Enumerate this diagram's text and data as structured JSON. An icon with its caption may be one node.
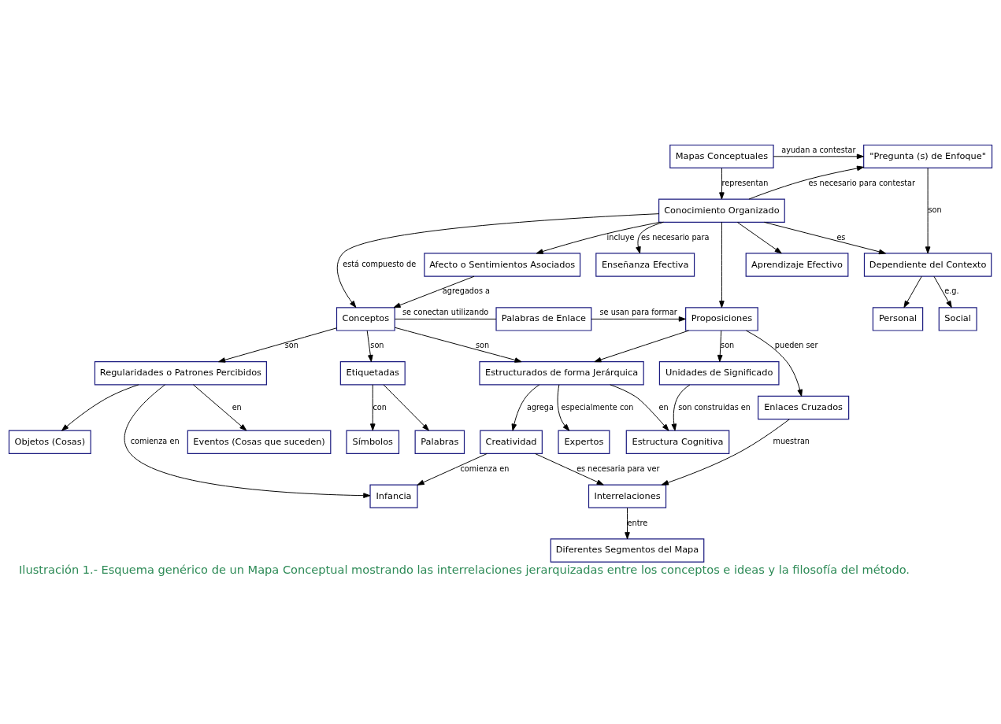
{
  "diagram": {
    "caption": "Ilustración 1.- Esquema genérico de un Mapa Conceptual mostrando las interrelaciones jerarquizadas entre los conceptos e ideas y la filosofía del método.",
    "nodes": [
      {
        "text": [
          "Mapas Conceptuales"
        ]
      },
      {
        "text": [
          "\"Pregunta (s) de Enfoque\""
        ]
      },
      {
        "text": [
          "Conocimiento Organizado"
        ]
      },
      {
        "text": [
          "Afecto o Sentimientos Asociados"
        ]
      },
      {
        "text": [
          "Dependiente del Contexto"
        ]
      },
      {
        "text": [
          "Conceptos"
        ]
      },
      {
        "text": [
          "Palabras de Enlace"
        ]
      },
      {
        "text": [
          "Proposiciones"
        ]
      },
      {
        "text": [
          "Enseñanza Efectiva"
        ]
      },
      {
        "text": [
          "Aprendizaje Efectivo"
        ]
      },
      {
        "text": [
          "Personal"
        ]
      },
      {
        "text": [
          "Social"
        ]
      },
      {
        "text": [
          "Regularidades o Patrones Percibidos"
        ]
      },
      {
        "text": [
          "Etiquetadas"
        ]
      },
      {
        "text": [
          "Estructurados de forma Jerárquica"
        ]
      },
      {
        "text": [
          "Unidades de Significado"
        ]
      },
      {
        "text": [
          "Enlaces Cruzados"
        ]
      },
      {
        "text": [
          "Eventos (Cosas que suceden)"
        ]
      },
      {
        "text": [
          "Objetos (Cosas)"
        ]
      },
      {
        "text": [
          "Símbolos"
        ]
      },
      {
        "text": [
          "Palabras"
        ]
      },
      {
        "text": [
          "Estructura Cognitiva"
        ]
      },
      {
        "text": [
          "Creatividad"
        ]
      },
      {
        "text": [
          "Expertos"
        ]
      },
      {
        "text": [
          "Interrelaciones"
        ]
      },
      {
        "text": [
          "Infancia"
        ]
      },
      {
        "text": [
          "Diferentes Segmentos del Mapa"
        ]
      }
    ],
    "edges": [
      {
        "from": 0,
        "to": 2,
        "arrow": "to",
        "label": "representan"
      },
      {
        "from": 0,
        "to": 1,
        "arrow": "to",
        "label": "ayudan a contestar"
      },
      {
        "from": 2,
        "to": 1,
        "arrow": "to",
        "label": "es necesario para contestar"
      },
      {
        "from": 2,
        "to": 3,
        "arrow": "to",
        "label": "incluye"
      },
      {
        "from": 2,
        "to": 5,
        "arrow": "to",
        "label": "está compuesto de"
      },
      {
        "from": 2,
        "to": 7,
        "arrow": "to"
      },
      {
        "from": 2,
        "to": 4,
        "arrow": "to",
        "label": "es"
      },
      {
        "from": 2,
        "to": 8,
        "arrow": "to",
        "label": "es necesario para"
      },
      {
        "from": 2,
        "to": 9,
        "arrow": "to"
      },
      {
        "from": 1,
        "to": 4,
        "arrow": "to",
        "label": "son"
      },
      {
        "from": 3,
        "to": 5,
        "arrow": "to",
        "label": "agregados a"
      },
      {
        "from": 5,
        "to": 6,
        "arrow": "none",
        "label": "se conectan utilizando"
      },
      {
        "from": 6,
        "to": 7,
        "arrow": "to",
        "label": "se usan para formar"
      },
      {
        "from": 5,
        "to": 14,
        "arrow": "to",
        "label": "son"
      },
      {
        "from": 7,
        "to": 14,
        "arrow": "to"
      },
      {
        "from": 5,
        "to": 12,
        "arrow": "to",
        "label": "son"
      },
      {
        "from": 5,
        "to": 13,
        "arrow": "to",
        "label": "son"
      },
      {
        "from": 7,
        "to": 15,
        "arrow": "to",
        "label": "son"
      },
      {
        "from": 7,
        "to": 16,
        "arrow": "to",
        "label": "pueden ser"
      },
      {
        "from": 4,
        "to": 11,
        "arrow": "to",
        "label": "e.g."
      },
      {
        "from": 4,
        "to": 10,
        "arrow": "to"
      },
      {
        "from": 12,
        "to": 17,
        "arrow": "to",
        "label": "en"
      },
      {
        "from": 12,
        "to": 18,
        "arrow": "to"
      },
      {
        "from": 12,
        "to": 25,
        "arrow": "to",
        "label": "comienza en"
      },
      {
        "from": 13,
        "to": 19,
        "arrow": "to",
        "label": "con"
      },
      {
        "from": 13,
        "to": 20,
        "arrow": "to"
      },
      {
        "from": 14,
        "to": 22,
        "arrow": "to",
        "label": "agrega"
      },
      {
        "from": 14,
        "to": 23,
        "arrow": "to",
        "label": "especialmente con"
      },
      {
        "from": 14,
        "to": 21,
        "arrow": "to",
        "label": "en"
      },
      {
        "from": 15,
        "to": 21,
        "arrow": "to",
        "label": "son construidas en"
      },
      {
        "from": 16,
        "to": 24,
        "arrow": "to",
        "label": "muestran"
      },
      {
        "from": 22,
        "to": 25,
        "arrow": "to",
        "label": "comienza en"
      },
      {
        "from": 22,
        "to": 24,
        "arrow": "to",
        "label": "es necesaria para ver"
      },
      {
        "from": 24,
        "to": 26,
        "arrow": "to",
        "label": "entre"
      }
    ]
  }
}
